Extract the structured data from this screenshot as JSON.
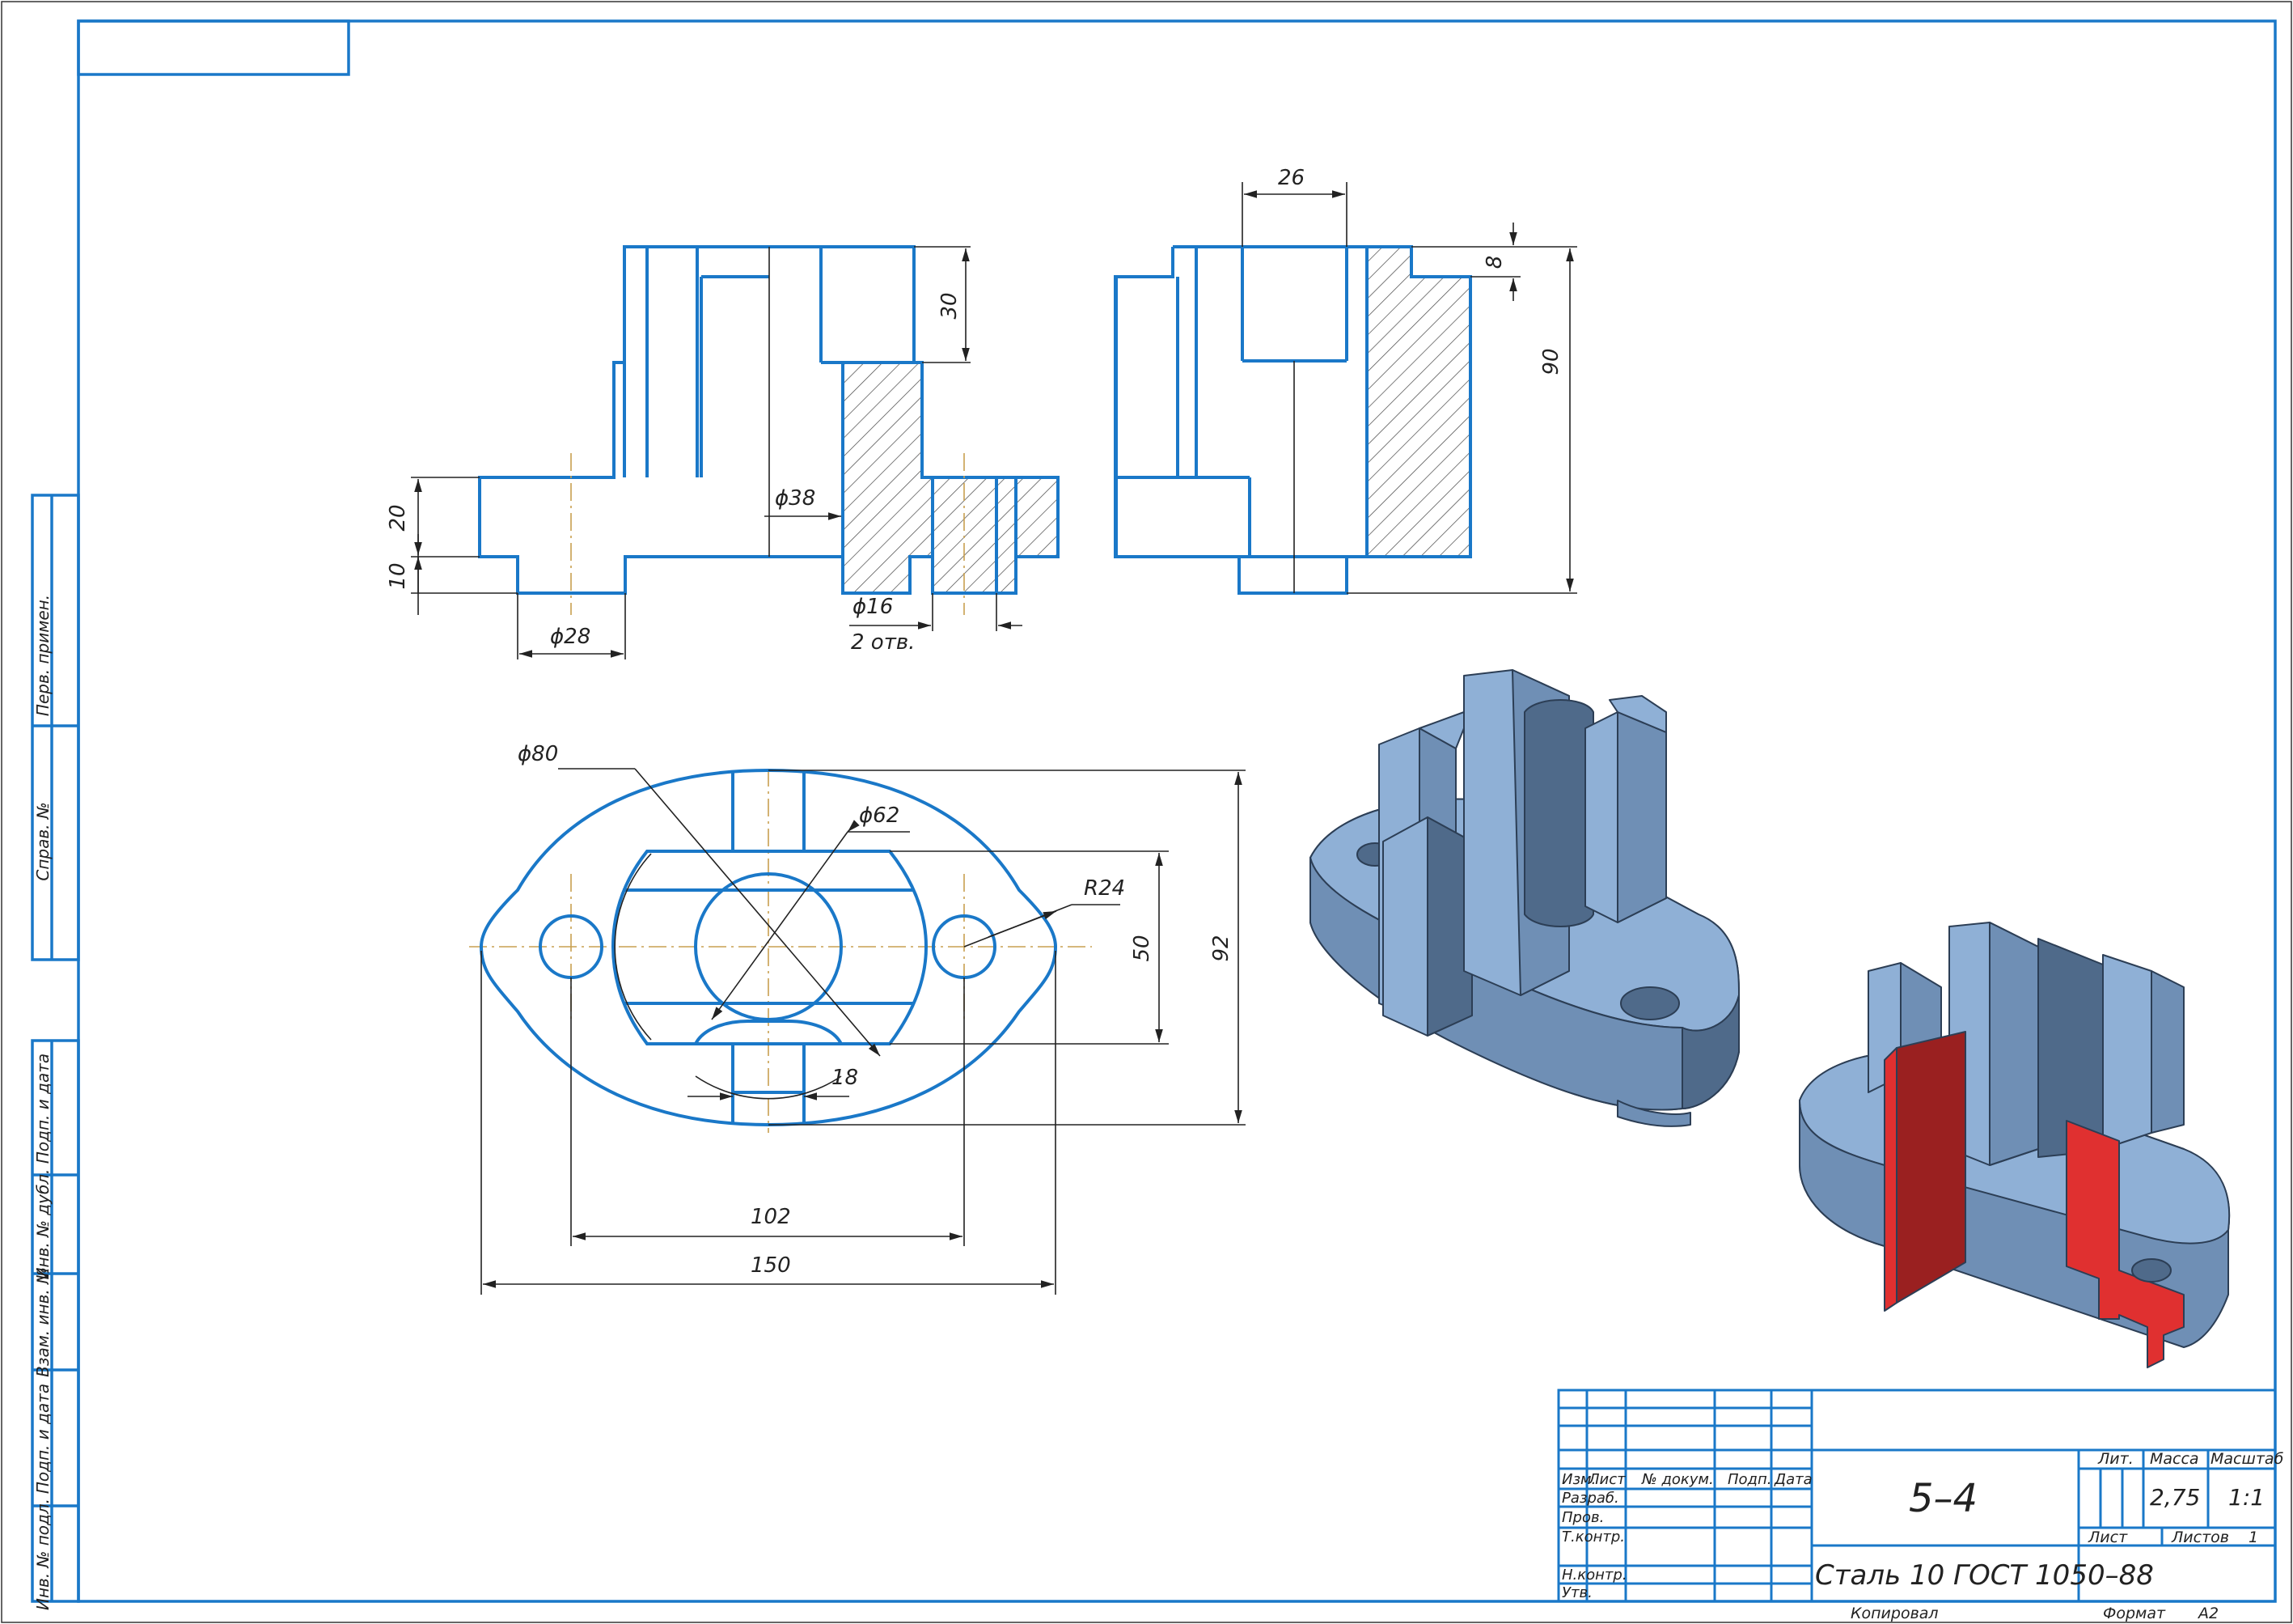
{
  "dimensions": {
    "front_30": "30",
    "front_20": "20",
    "front_10": "10",
    "front_d38": "ϕ38",
    "front_d28": "ϕ28",
    "front_d16": "ϕ16",
    "front_holes": "2 отв.",
    "side_26": "26",
    "side_8": "8",
    "side_90": "90",
    "top_d80": "ϕ80",
    "top_d62": "ϕ62",
    "top_r24": "R24",
    "top_50": "50",
    "top_92": "92",
    "top_18": "18",
    "top_102": "102",
    "top_150": "150"
  },
  "side_stamp": [
    "Перв. примен.",
    "Справ. №",
    "Подп. и дата",
    "Инв. № дубл.",
    "Взам. инв. №",
    "Подп. и дата",
    "Инв. № подл."
  ],
  "title_block": {
    "col_izm": "Изм.",
    "col_list": "Лист",
    "col_docnum": "№ докум.",
    "col_sign": "Подп.",
    "col_date": "Дата",
    "row_razrab": "Разраб.",
    "row_prov": "Пров.",
    "row_tkontr": "Т.контр.",
    "row_nkontr": "Н.контр.",
    "row_utv": "Утв.",
    "designation": "5–4",
    "material": "Сталь 10  ГОСТ 1050–88",
    "lit_label": "Лит.",
    "mass_label": "Масса",
    "scale_label": "Масштаб",
    "mass_value": "2,75",
    "scale_value": "1:1",
    "sheet_label": "Лист",
    "sheets_label": "Листов",
    "sheets_value": "1",
    "copied_label": "Копировал",
    "format_label": "Формат",
    "format_value": "A2"
  },
  "colors": {
    "line": "#1a78c8",
    "axis": "#c8a050",
    "model_face_light": "#8fb0d6",
    "model_face_mid": "#6f8fb5",
    "model_face_dark": "#4f6a8a",
    "section_red": "#e03030",
    "section_dark_red": "#9a2020"
  }
}
